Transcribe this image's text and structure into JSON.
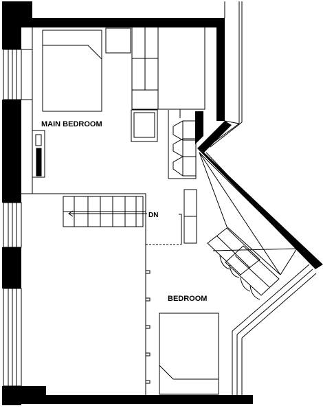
{
  "rooms": {
    "main_bedroom": "MAIN BEDROOM",
    "bedroom": "BEDROOM"
  },
  "stairs": {
    "direction_label": "DN"
  },
  "colors": {
    "wall": "#000000",
    "line": "#000000",
    "background": "#ffffff"
  }
}
